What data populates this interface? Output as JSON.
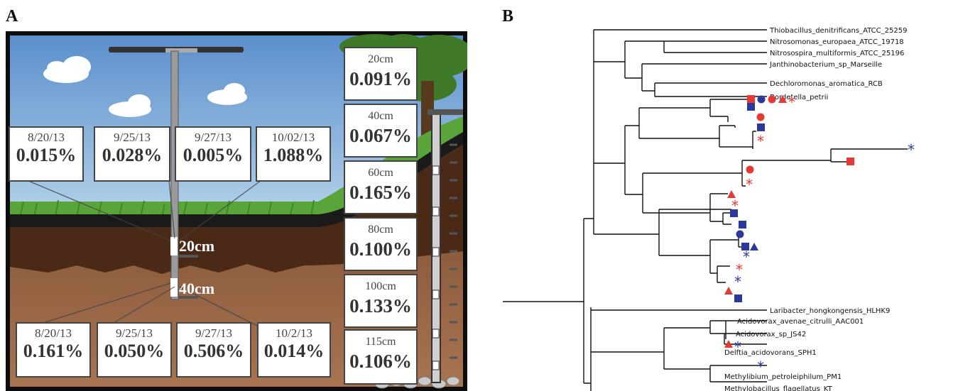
{
  "panel_a": {
    "label": "A",
    "surface_samples": [
      {
        "date": "8/20/13",
        "value": "0.015%"
      },
      {
        "date": "9/25/13",
        "value": "0.028%"
      },
      {
        "date": "9/27/13",
        "value": "0.005%"
      },
      {
        "date": "10/02/13",
        "value": "1.088%"
      }
    ],
    "deep_samples": [
      {
        "date": "8/20/13",
        "value": "0.161%"
      },
      {
        "date": "9/25/13",
        "value": "0.050%"
      },
      {
        "date": "9/27/13",
        "value": "0.506%"
      },
      {
        "date": "10/2/13",
        "value": "0.014%"
      }
    ],
    "depth_profile": [
      {
        "depth": "20cm",
        "value": "0.091%"
      },
      {
        "depth": "40cm",
        "value": "0.067%"
      },
      {
        "depth": "60cm",
        "value": "0.165%"
      },
      {
        "depth": "80cm",
        "value": "0.100%"
      },
      {
        "depth": "100cm",
        "value": "0.133%"
      },
      {
        "depth": "115cm",
        "value": "0.106%"
      }
    ],
    "probe_labels": [
      "20cm",
      "40cm"
    ],
    "colors": {
      "sky": "#6f9fd4",
      "grass": "#4f9a2f",
      "topsoil": "#4a2a17",
      "subsoil": "#8a5a3a"
    }
  },
  "panel_b": {
    "label": "B",
    "taxa": [
      "Thiobacillus_denitrificans_ATCC_25259",
      "Nitrosomonas_europaea_ATCC_19718",
      "Nitrosospira_multiformis_ATCC_25196",
      "Janthinobacterium_sp_Marseille",
      "Dechloromonas_aromatica_RCB",
      "Bordetella_petrii",
      "Laribacter_hongkongensis_HLHK9",
      "Acidovorax_avenae_citrulli_AAC001",
      "Acidovorax_sp_JS42",
      "Delftia_acidovorans_SPH1",
      "Methylibium_petroleiphilum_PM1",
      "Methylobacillus_flagellatus_KT"
    ],
    "marker_colors": {
      "red": "#e53935",
      "blue": "#2b3a9a"
    },
    "marker_icons": [
      "square-icon",
      "circle-icon",
      "triangle-icon",
      "asterisk-icon"
    ]
  }
}
